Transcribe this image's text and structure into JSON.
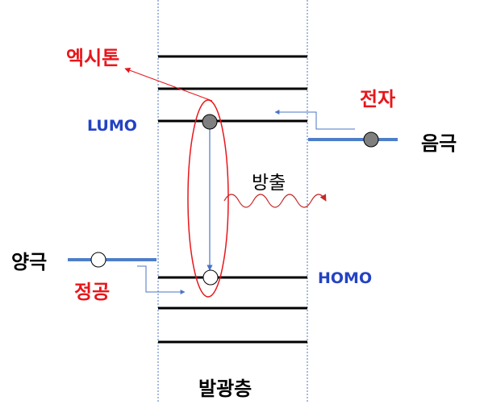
{
  "labels": {
    "exciton": "엑시톤",
    "electron": "전자",
    "lumo": "LUMO",
    "cathode": "음극",
    "emission": "방출",
    "anode": "양극",
    "hole": "정공",
    "homo": "HOMO",
    "emitting_layer": "발광층"
  },
  "colors": {
    "red_label": "#e8161b",
    "blue_label": "#2342c4",
    "electrode_line": "#4f7ec8",
    "level_line": "#000000",
    "arrow_blue": "#4a74c4",
    "exciton_ring": "#e8161b",
    "electron_fill": "#7f7f7f",
    "hole_fill": "#ffffff",
    "wave": "#c62828",
    "boundary": "#4a74c4"
  },
  "icons": {
    "electron": "filled-gray-circle",
    "hole": "hollow-circle",
    "emission": "wavy-arrow"
  }
}
